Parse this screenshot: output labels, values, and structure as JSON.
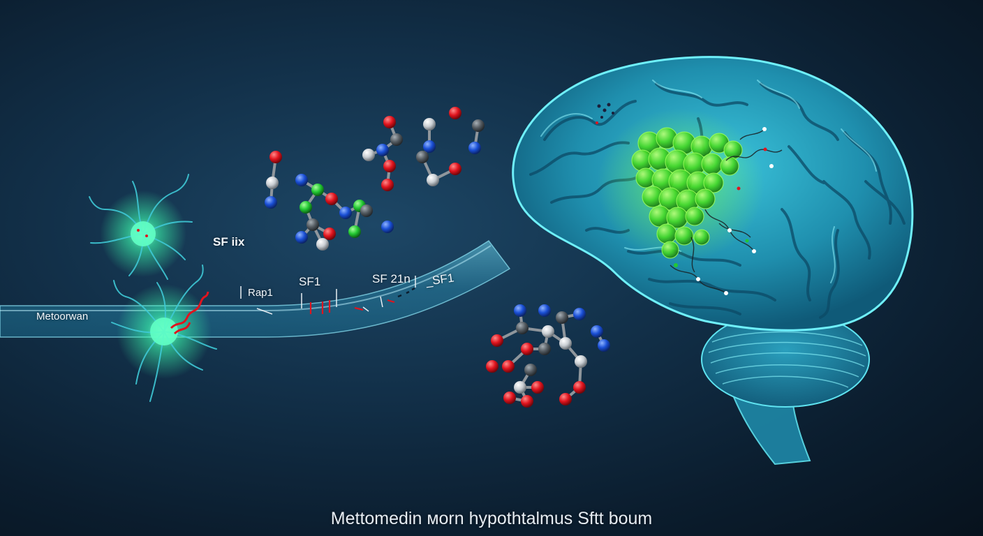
{
  "labels": {
    "fiber": "Metoorwan",
    "sf_iix": "SF iix",
    "rap1": "Rap1",
    "sf1_a": "SF1",
    "sf21n": "SF 21n",
    "sf1_b": "_SF1",
    "caption": "Mettomedin мorn hypothtalmus Sftt boum"
  },
  "colors": {
    "brain": "#2aa8c4",
    "brain_edge": "#5fe3f0",
    "fiber": "#3fb8d8",
    "cluster_green": "#3fdc2a",
    "neuron_glow": "#3dffb0",
    "atom_red": "#e0141e",
    "atom_blue": "#1a4fd6",
    "atom_green": "#22c832",
    "atom_white": "#d8dde2",
    "atom_gray": "#6b7278",
    "bond": "#9aa0a6"
  }
}
